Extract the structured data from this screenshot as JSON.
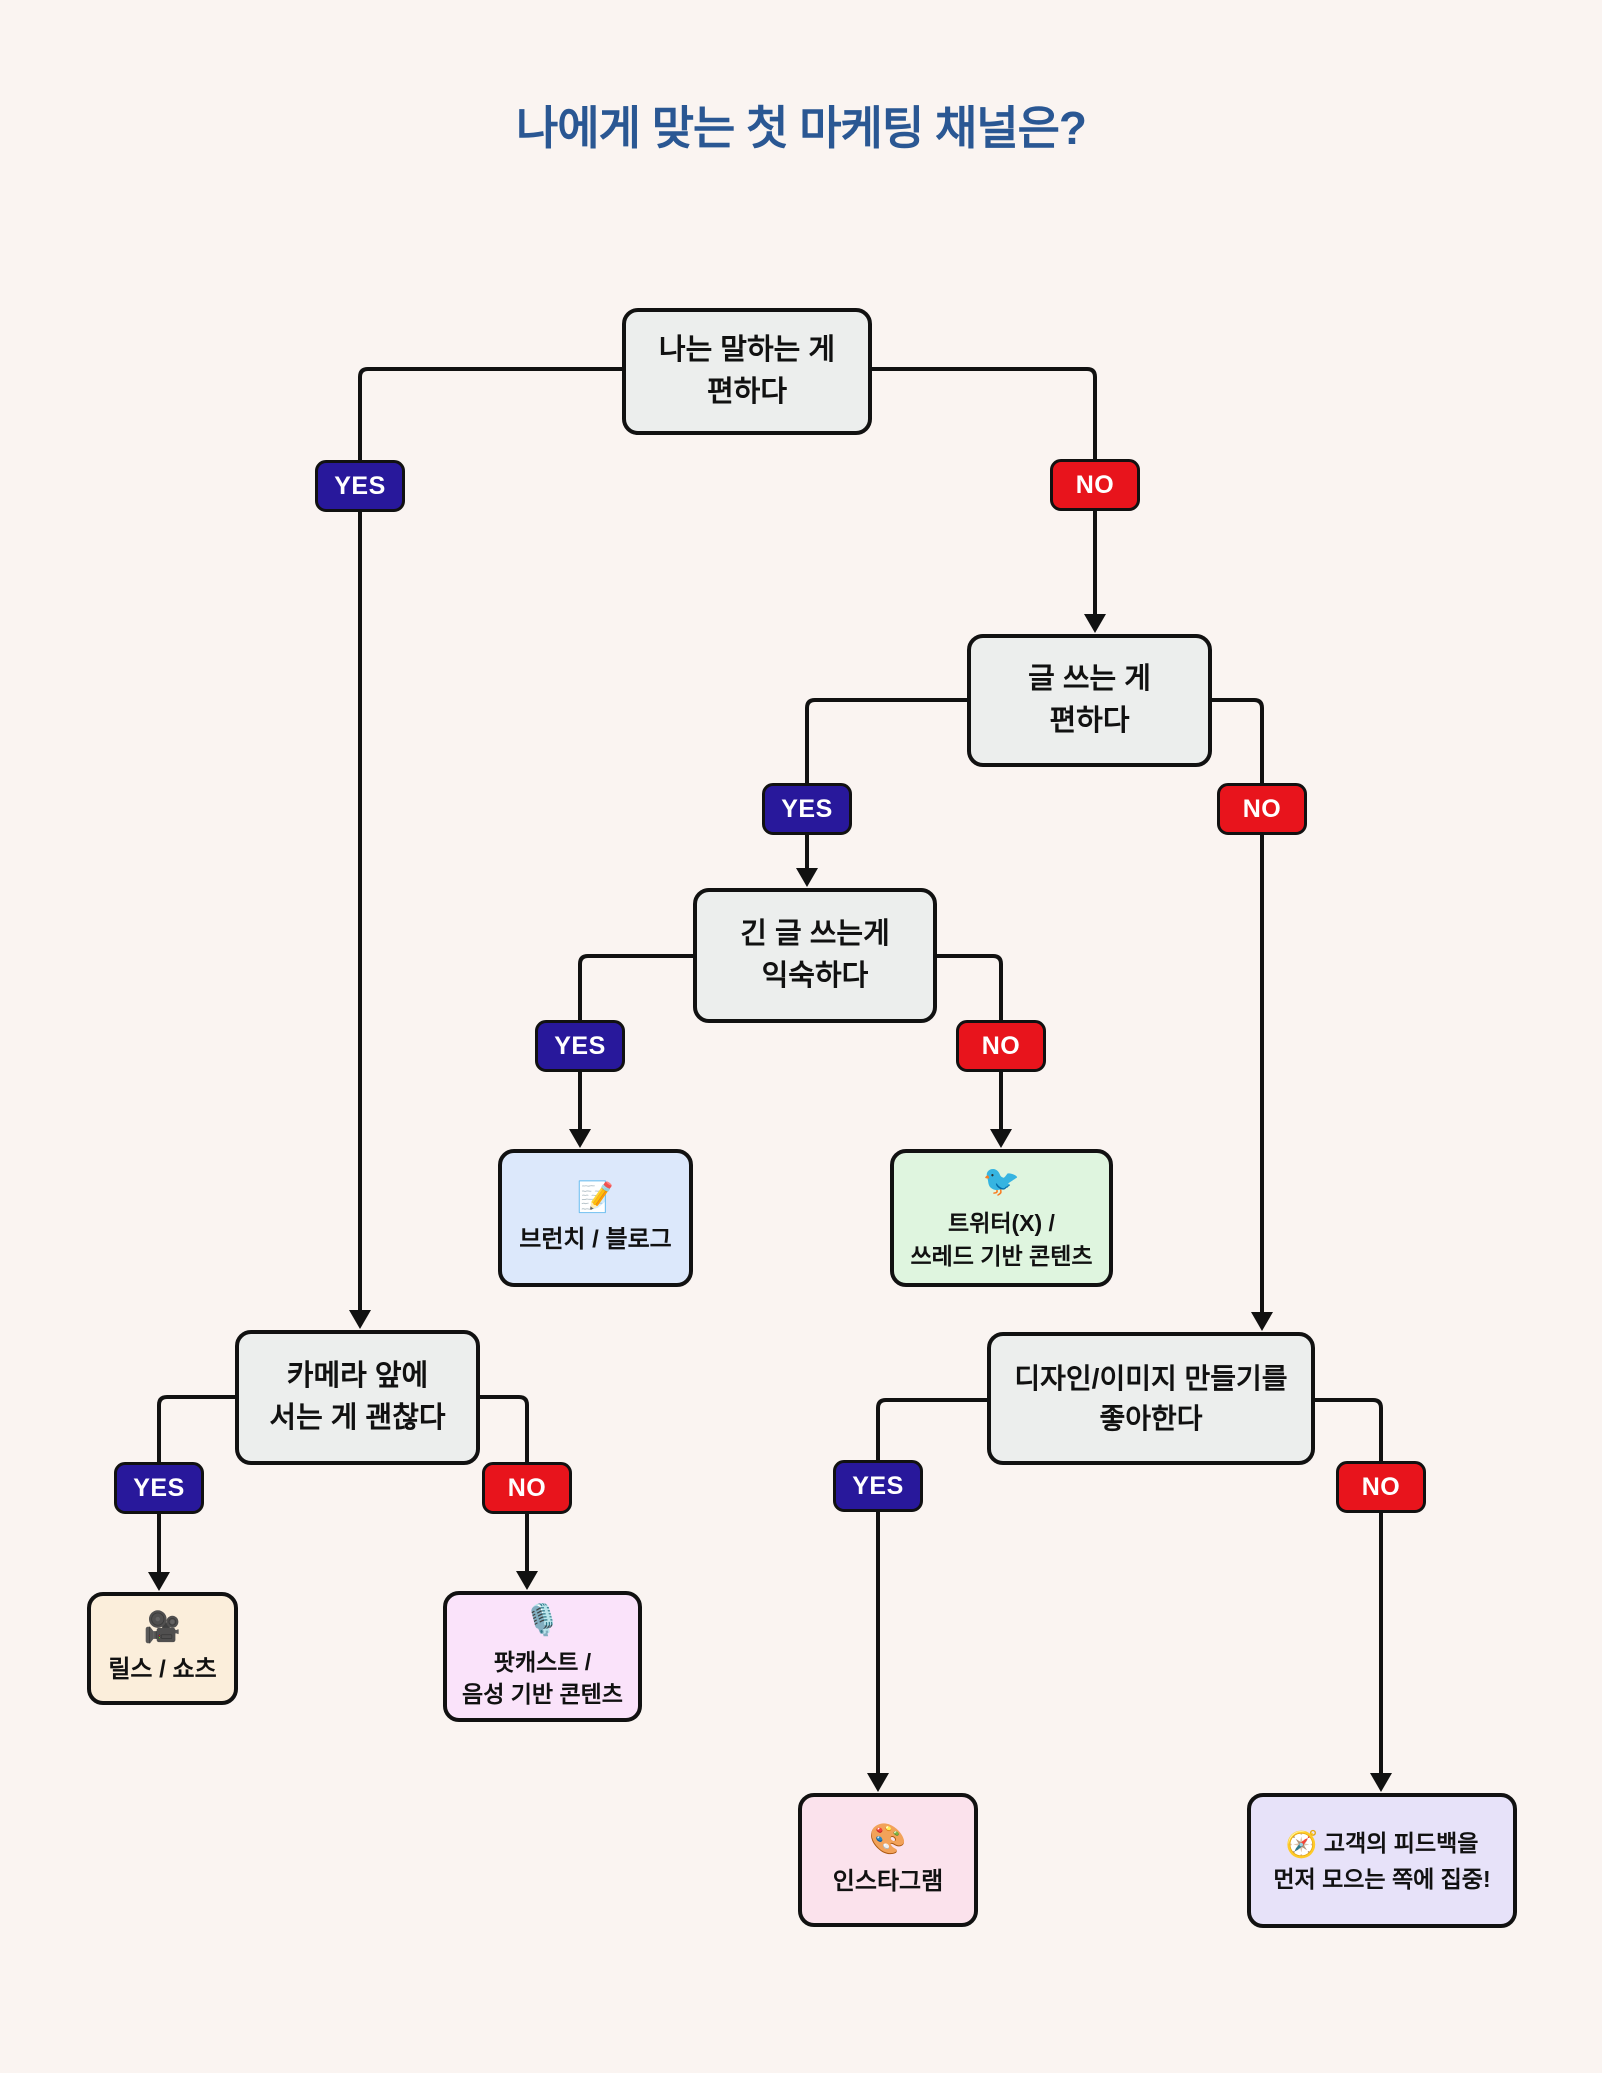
{
  "title": "나에게 맞는 첫 마케팅 채널은?",
  "badge_labels": {
    "yes": "YES",
    "no": "NO"
  },
  "questions": {
    "speaking": {
      "line1": "나는 말하는 게",
      "line2": "편하다"
    },
    "writing": {
      "line1": "글 쓰는 게",
      "line2": "편하다"
    },
    "longform": {
      "line1": "긴 글 쓰는게",
      "line2": "익숙하다"
    },
    "camera": {
      "line1": "카메라 앞에",
      "line2": "서는 게 괜찮다"
    },
    "design": {
      "line1": "디자인/이미지 만들기를",
      "line2": "좋아한다"
    }
  },
  "results": {
    "brunch_blog": {
      "icon": "📝",
      "line1": "브런치 / 블로그"
    },
    "twitter_threads": {
      "icon": "🐦",
      "line1": "트위터(X) /",
      "line2": "쓰레드 기반 콘텐츠"
    },
    "reels_shorts": {
      "icon": "🎥",
      "line1": "릴스 / 쇼츠"
    },
    "podcast_audio": {
      "icon": "🎙️",
      "line1": "팟캐스트 /",
      "line2": "음성 기반 콘텐츠"
    },
    "instagram": {
      "icon": "🎨",
      "line1": "인스타그램"
    },
    "feedback_focus": {
      "icon": "🧭",
      "line1": "고객의 피드백을",
      "line2": "먼저 모으는 쪽에 집중!"
    }
  },
  "colors": {
    "background": "#FAF4F1",
    "title": "#2A5793",
    "question_fill": "#ECEEED",
    "box_border": "#111111",
    "connector": "#111111",
    "yes_fill": "#28189B",
    "no_fill": "#E8141C",
    "badge_text": "#FFFFFF",
    "result_brunch_blog": "#DCE8FB",
    "result_twitter_threads": "#DFF5DF",
    "result_reels_shorts": "#FBEEDB",
    "result_podcast_audio": "#FAE3FA",
    "result_instagram": "#FBE2EC",
    "result_feedback_focus": "#E7E2F9"
  }
}
